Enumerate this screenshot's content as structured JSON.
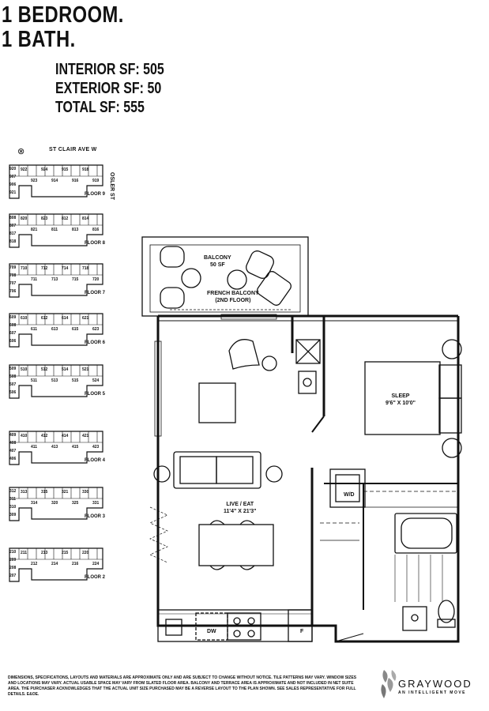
{
  "unit": {
    "bedrooms": "1 BEDROOM.",
    "baths": "1 BATH."
  },
  "area": {
    "interior": "INTERIOR SF: 505",
    "exterior": "EXTERIOR SF: 50",
    "total": "TOTAL SF: 555"
  },
  "keyplan": {
    "street": "ST CLAIR AVE W",
    "side_street": "OSLER ST",
    "floors": [
      {
        "label": "FLOOR 9",
        "units": [
          "920",
          "907",
          "906",
          "921",
          "922",
          "923",
          "924",
          "914",
          "915",
          "916",
          "918",
          "919"
        ]
      },
      {
        "label": "FLOOR 8",
        "units": [
          "808",
          "807",
          "817",
          "818",
          "820",
          "821",
          "823",
          "811",
          "812",
          "813",
          "814",
          "816"
        ]
      },
      {
        "label": "FLOOR 7",
        "units": [
          "709",
          "708",
          "707",
          "706",
          "710",
          "711",
          "712",
          "713",
          "714",
          "715",
          "718",
          "720"
        ]
      },
      {
        "label": "FLOOR 6",
        "units": [
          "609",
          "608",
          "607",
          "606",
          "610",
          "611",
          "612",
          "613",
          "614",
          "615",
          "621",
          "623"
        ]
      },
      {
        "label": "FLOOR 5",
        "units": [
          "509",
          "508",
          "507",
          "506",
          "510",
          "511",
          "512",
          "513",
          "514",
          "515",
          "521",
          "524"
        ]
      },
      {
        "label": "FLOOR 4",
        "units": [
          "409",
          "408",
          "407",
          "406",
          "410",
          "411",
          "412",
          "413",
          "414",
          "415",
          "421",
          "423"
        ]
      },
      {
        "label": "FLOOR 3",
        "units": [
          "312",
          "311",
          "310",
          "309",
          "313",
          "314",
          "315",
          "320",
          "321",
          "325",
          "330",
          "331"
        ]
      },
      {
        "label": "FLOOR 2",
        "units": [
          "210",
          "209",
          "208",
          "207",
          "211",
          "212",
          "213",
          "214",
          "215",
          "216",
          "220",
          "224"
        ]
      }
    ]
  },
  "rooms": {
    "balcony": "BALCONY",
    "balcony_sf": "50 SF",
    "french_balcony": "FRENCH BALCONY",
    "french_balcony_note": "(2ND FLOOR)",
    "sleep": "SLEEP",
    "sleep_dims": "9'6\" X 10'0\"",
    "live_eat": "LIVE / EAT",
    "live_eat_dims": "11'4\" X 21'3\"",
    "wd": "W/D",
    "dw": "DW",
    "fridge": "F"
  },
  "disclaimer": "Dimensions, specifications, layouts and materials are approximate only and are subject to change without notice. Tile patterns may vary. Window sizes and locations may vary. Actual usable space may vary from slated floor area. Balcony and terrace area is approximate and not included in net suite area. The purchaser acknowledges that the actual unit size purchased may be a reverse layout to the plan shown. See sales representative for full details. E&OE.",
  "brand": {
    "name": "GRAYWOOD",
    "tagline": "AN INTELLIGENT MOVE"
  }
}
